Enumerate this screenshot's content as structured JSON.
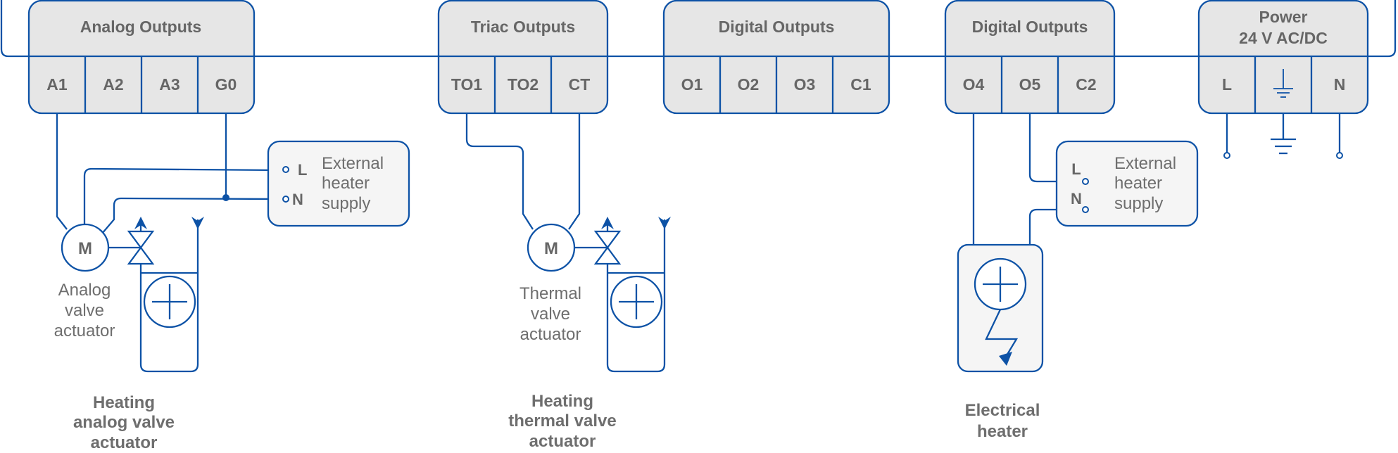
{
  "headers": {
    "analog": "Analog Outputs",
    "triac": "Triac Outputs",
    "digital1": "Digital Outputs",
    "digital2": "Digital Outputs",
    "power_line1": "Power",
    "power_line2": "24 V AC/DC"
  },
  "terminals": {
    "analog": [
      "A1",
      "A2",
      "A3",
      "G0"
    ],
    "triac": [
      "TO1",
      "TO2",
      "CT"
    ],
    "digital1": [
      "O1",
      "O2",
      "O3",
      "C1"
    ],
    "digital2": [
      "O4",
      "O5",
      "C2"
    ],
    "power": [
      "L",
      "ground",
      "N"
    ]
  },
  "motor_label": "M",
  "supply": {
    "pin_l": "L",
    "pin_n": "N",
    "label": [
      "External",
      "heater",
      "supply"
    ]
  },
  "labels": {
    "analog_actuator": [
      "Analog",
      "valve",
      "actuator"
    ],
    "thermal_actuator": [
      "Thermal",
      "valve",
      "actuator"
    ]
  },
  "captions": {
    "heating_analog": [
      "Heating",
      "analog valve",
      "actuator"
    ],
    "heating_thermal": [
      "Heating",
      "thermal valve",
      "actuator"
    ],
    "electrical_heater": [
      "Electrical",
      "heater"
    ]
  },
  "colors": {
    "line": "#0d52a6",
    "box_fill": "#e6e6e6",
    "text": "#666666"
  },
  "icons": [
    "motor-icon",
    "valve-icon",
    "heater-plus-icon",
    "ground-icon",
    "lightning-icon",
    "arrow-up-icon",
    "arrow-down-icon"
  ]
}
